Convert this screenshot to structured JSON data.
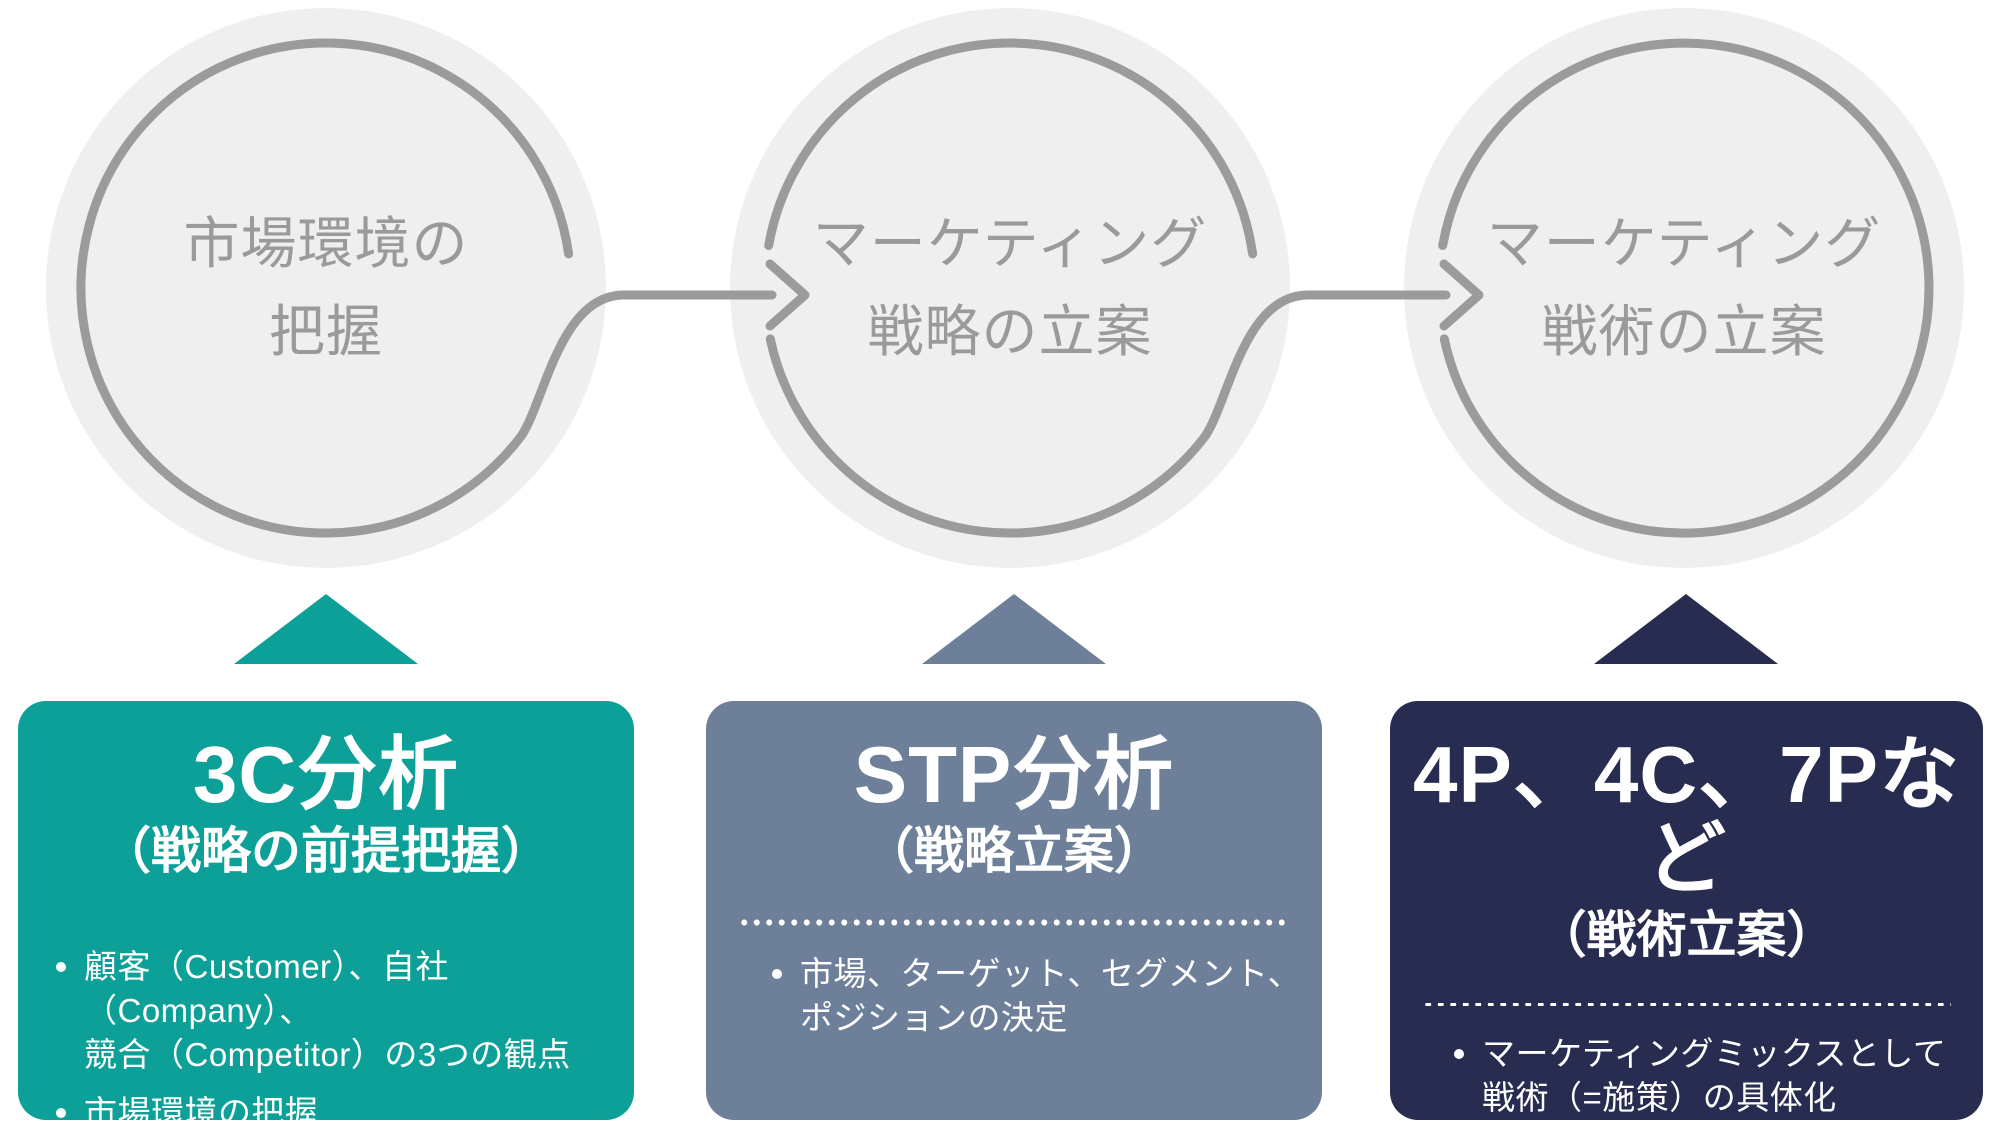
{
  "colors": {
    "teal": "#0da098",
    "slate": "#6e8099",
    "navy": "#282c50",
    "circle_fill": "#efefef",
    "line_gray": "#9b9b9b",
    "circle_text": "#9a9a9a"
  },
  "circles": [
    {
      "label": "市場環境の\n把握"
    },
    {
      "label": "マーケティング\n戦略の立案"
    },
    {
      "label": "マーケティング\n戦術の立案"
    }
  ],
  "cards": [
    {
      "title": "3C分析",
      "subtitle": "（戦略の前提把握）",
      "bullets": [
        "顧客（Customer）、自社（Company）、\n競合（Competitor）の3つの観点",
        "市場環境の把握"
      ]
    },
    {
      "title": "STP分析",
      "subtitle": "（戦略立案）",
      "bullets": [
        "市場、ターゲット、セグメント、\nポジションの決定"
      ]
    },
    {
      "title": "4P、4C、7Pなど",
      "subtitle": "（戦術立案）",
      "bullets": [
        "マーケティングミックスとして\n戦術（=施策）の具体化"
      ]
    }
  ]
}
